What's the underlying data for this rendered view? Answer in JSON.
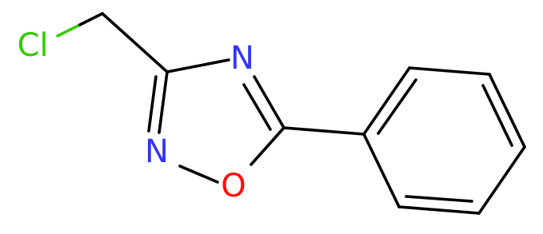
{
  "molecule": {
    "atoms": {
      "cl": {
        "symbol": "Cl",
        "color": "#33cc00"
      },
      "n4": {
        "symbol": "N",
        "color": "#3333ff"
      },
      "n2": {
        "symbol": "N",
        "color": "#3333ff"
      },
      "o1": {
        "symbol": "O",
        "color": "#ff0d0d"
      }
    },
    "bond_color": "#000000",
    "background": "#ffffff"
  }
}
